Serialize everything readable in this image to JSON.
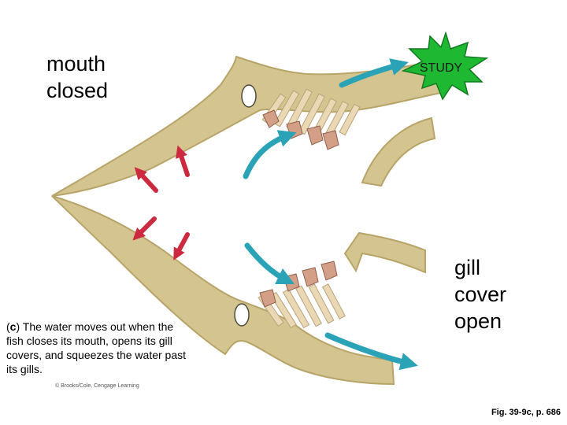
{
  "labels": {
    "mouth_line1": "mouth",
    "mouth_line2": "closed",
    "gill_line1": "gill",
    "gill_line2": "cover",
    "gill_line3": "open",
    "study_badge": "STUDY"
  },
  "caption": {
    "prefix_open": "(",
    "letter": "c",
    "prefix_close": ")",
    "text": " The water moves out when the fish closes its mouth, opens its gill covers, and squeezes the water past its gills."
  },
  "copyright": "© Brooks/Cole, Cengage Learning",
  "figure_ref": "Fig. 39-9c, p. 686",
  "colors": {
    "body_fill": "#d4c48f",
    "body_stroke": "#b7a468",
    "arrow_red": "#cc2a3f",
    "arrow_teal": "#2ba3b7",
    "badge_green": "#1fb832",
    "gill_filament": "#ead7b4",
    "gill_arch": "#d3a087"
  }
}
